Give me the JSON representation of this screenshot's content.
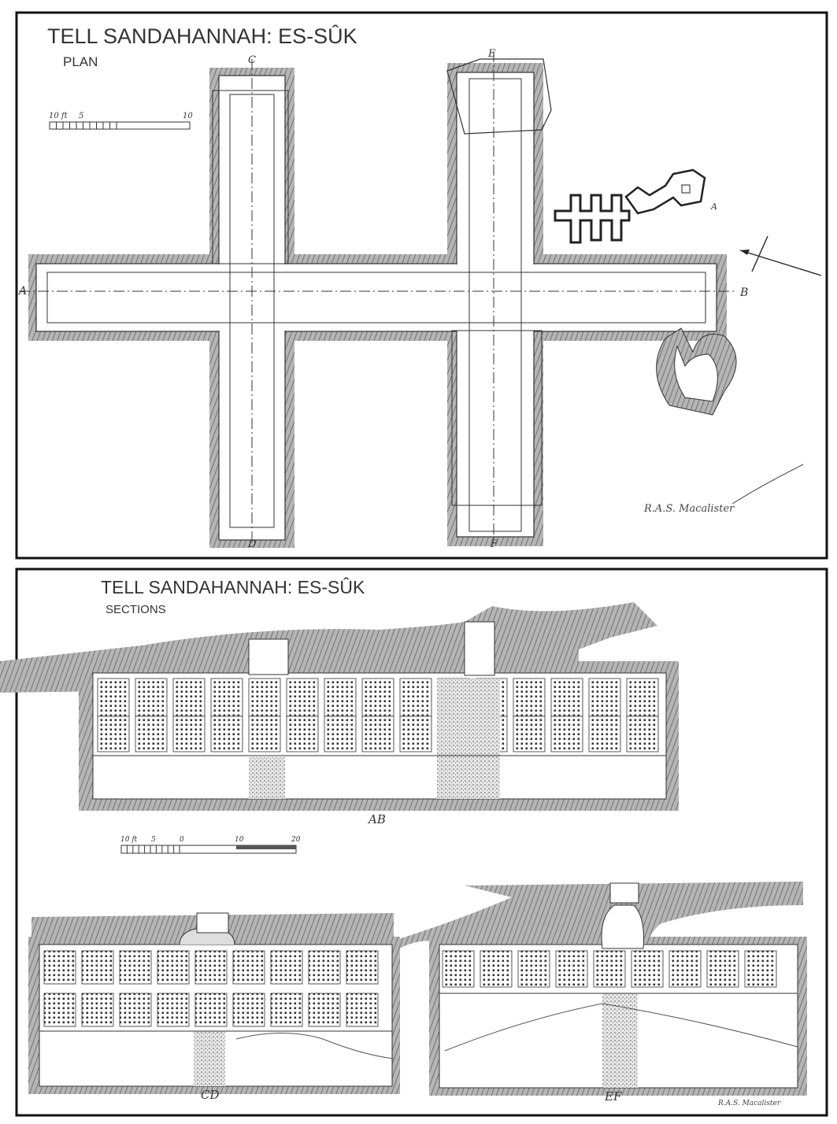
{
  "plan": {
    "title": "TELL SANDAHANNAH: ES-SÛK",
    "subtitle": "PLAN",
    "scale_labels": [
      "10 ft",
      "5",
      "10"
    ],
    "point_labels": {
      "a": "A",
      "b": "B",
      "c": "C",
      "d": "D",
      "e": "E",
      "f": "F",
      "small_a": "A"
    },
    "signature": "R.A.S. Macalister"
  },
  "sections": {
    "title": "TELL SANDAHANNAH: ES-SÛK",
    "subtitle": "SECTIONS",
    "scale_labels": [
      "10 ft",
      "5",
      "0",
      "10",
      "20"
    ],
    "section_labels": {
      "ab": "AB",
      "cd": "CD",
      "ef": "EF"
    },
    "signature": "R.A.S. Macalister"
  },
  "colors": {
    "ink": "#333333",
    "wall": "#9a9a9a",
    "frame": "#111111"
  }
}
